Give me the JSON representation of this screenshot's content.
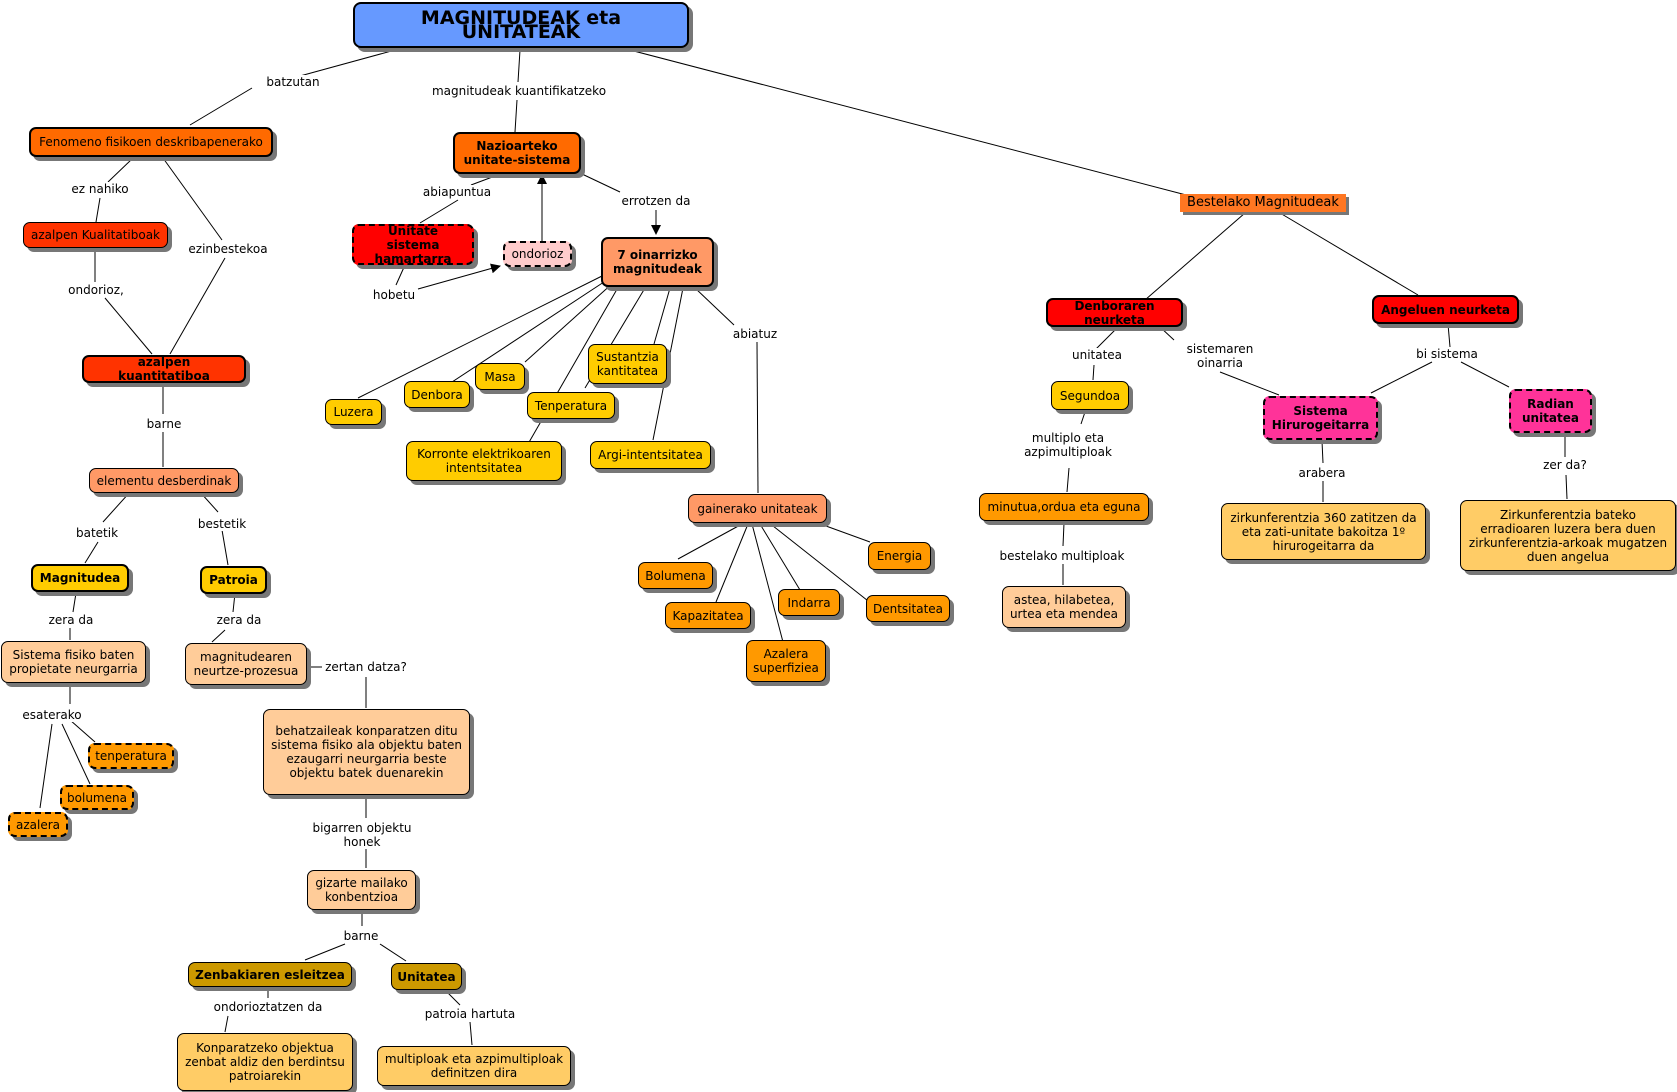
{
  "title": "MAGNITUDEAK eta UNITATEAK",
  "nodes": {
    "fenomeno": "Fenomeno fisikoen deskribapenerako",
    "nazioarteko": "Nazioarteko unitate-sistema",
    "bestelako_magnitudeak": "Bestelako Magnitudeak",
    "kualitatiboak": "azalpen Kualitatiboak",
    "kuantitatiboa": "azalpen kuantitatiboa",
    "elementu": "elementu desberdinak",
    "magnitudea": "Magnitudea",
    "patroia": "Patroia",
    "sistema_fisiko": "Sistema fisiko baten propietate neurgarria",
    "neurtze": "magnitudearen neurtze-prozesua",
    "temperatura": "tenperatura",
    "bolumena_ex": "bolumena",
    "azalera_ex": "azalera",
    "behatzaileak": "behatzaileak konparatzen ditu sistema fisiko ala objektu baten ezaugarri neurgarria beste objektu batek duenarekin",
    "gizarte": "gizarte mailako konbentzioa",
    "zenbakiaren": "Zenbakiaren esleitzea",
    "unitatea": "Unitatea",
    "konparatzeko": "Konparatzeko objektua zenbat aldiz den berdintsu patroiarekin",
    "multiploak_def": "multiploak eta azpimultiploak definitzen dira",
    "hamartarra": "Unitate sistema hamartarra",
    "ondorioz_node": "ondorioz",
    "zazpi": "7 oinarrizko magnitudeak",
    "luzera": "Luzera",
    "denbora": "Denbora",
    "masa": "Masa",
    "sustantzia": "Sustantzia kantitatea",
    "tenperatura": "Tenperatura",
    "korronte": "Korronte elektrikoaren intentsitatea",
    "argi": "Argi-intentsitatea",
    "gainerako": "gainerako unitateak",
    "energia": "Energia",
    "bolumena": "Bolumena",
    "kapazitatea": "Kapazitatea",
    "indarra": "Indarra",
    "dentsitatea": "Dentsitatea",
    "azalera_sup": "Azalera superfiziea",
    "denboraren": "Denboraren neurketa",
    "angeluen": "Angeluen neurketa",
    "segundoa": "Segundoa",
    "minutua": "minutua,ordua eta eguna",
    "astea": "astea, hilabetea, urtea eta mendea",
    "hirurogeitarra": "Sistema Hirurogeitarra",
    "radian": "Radian unitatea",
    "zirkunferentzia360": "zirkunferentzia 360 zatitzen da eta zati-unitate bakoitza 1º hirurogeitarra da",
    "radian_def": "Zirkunferentzia bateko erradioaren luzera bera duen zirkunferentzia-arkoak mugatzen duen angelua"
  },
  "links": {
    "batzutan": "batzutan",
    "kuantifikatzeko": "magnitudeak kuantifikatzeko",
    "ez_nahiko": "ez nahiko",
    "ezinbestekoa": "ezinbestekoa",
    "ondorioz_comma": "ondorioz,",
    "barne1": "barne",
    "batetik": "batetik",
    "bestetik": "bestetik",
    "zera_da1": "zera da",
    "zera_da2": "zera da",
    "esaterako": "esaterako",
    "zertan": "zertan datza?",
    "bigarren": "bigarren objektu honek",
    "barne2": "barne",
    "ondorioztatzen": "ondorioztatzen da",
    "patroia_hartuta": "patroia hartuta",
    "abiapuntua": "abiapuntua",
    "errotzen": "errotzen da",
    "hobetu": "hobetu",
    "abiatuz": "abiatuz",
    "unitatea_l": "unitatea",
    "sistemaren": "sistemaren oinarria",
    "multiplo": "multiplo eta azpimultiploak",
    "bestelako_multiploak": "bestelako multiploak",
    "bi_sistema": "bi sistema",
    "arabera": "arabera",
    "zer_da": "zer da?"
  },
  "colors": {
    "title": "#6699ff",
    "orange_dark": "#ff6a00",
    "red": "#ff0000",
    "orange_red": "#ff3300",
    "salmon": "#ff9966",
    "peach": "#ffcc99",
    "yellow": "#ffcc00",
    "orange": "#ff9900",
    "gold": "#cc9900",
    "light_gold": "#ffcc66",
    "pink": "#ff3399",
    "light_pink": "#ffcccc"
  }
}
